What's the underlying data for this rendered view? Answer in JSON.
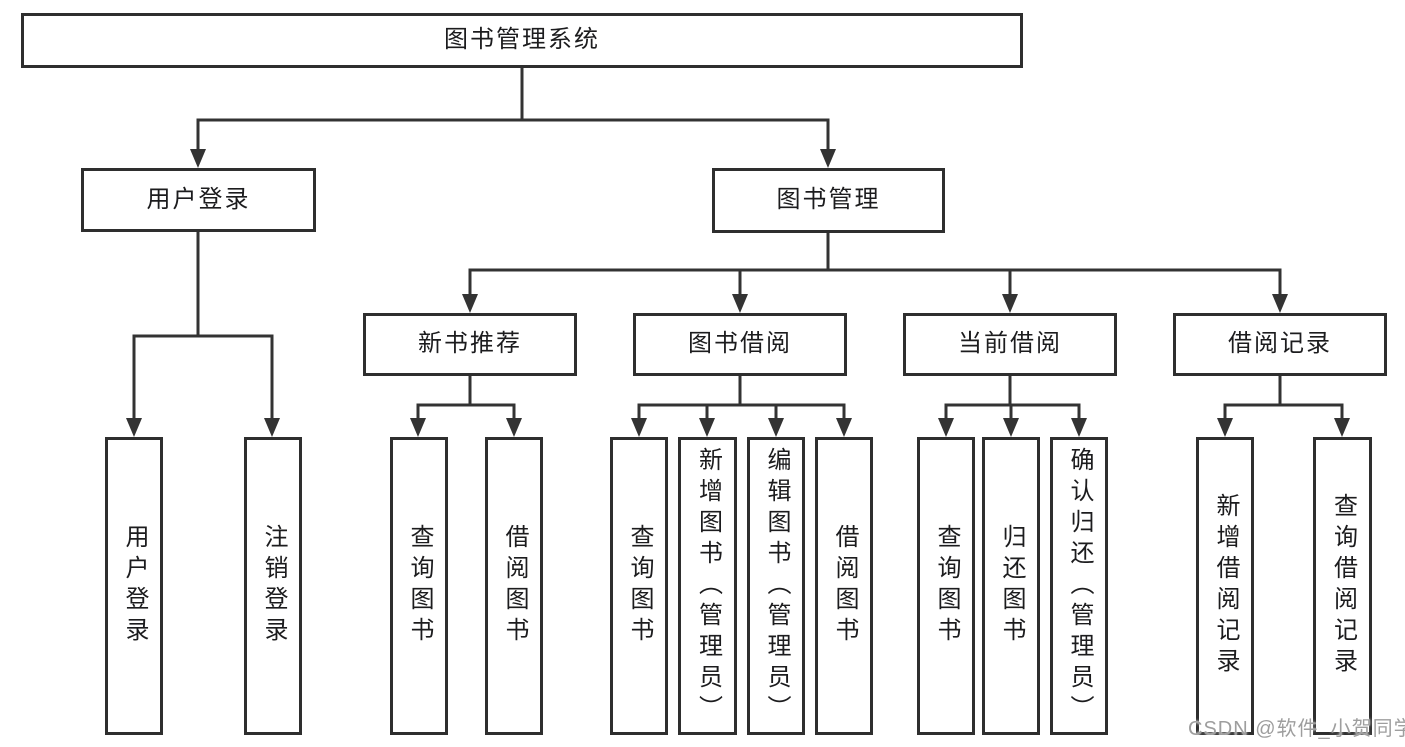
{
  "diagram_type": "hierarchy-tree",
  "nodes": {
    "root": {
      "label": "图书管理系统"
    },
    "user_login": {
      "label": "用户登录"
    },
    "book_mgmt": {
      "label": "图书管理"
    },
    "new_book_rec": {
      "label": "新书推荐"
    },
    "book_borrow": {
      "label": "图书借阅"
    },
    "current_borrow": {
      "label": "当前借阅"
    },
    "borrow_record": {
      "label": "借阅记录"
    },
    "leaf_user_login": {
      "label": "用户登录"
    },
    "leaf_logout": {
      "label": "注销登录"
    },
    "leaf_query_book_1": {
      "label": "查询图书"
    },
    "leaf_borrow_book_1": {
      "label": "借阅图书"
    },
    "leaf_query_book_2": {
      "label": "查询图书"
    },
    "leaf_add_book": {
      "label": "新增图书（管理员）"
    },
    "leaf_edit_book": {
      "label": "编辑图书（管理员）"
    },
    "leaf_borrow_book_2": {
      "label": "借阅图书"
    },
    "leaf_query_book_3": {
      "label": "查询图书"
    },
    "leaf_return_book": {
      "label": "归还图书"
    },
    "leaf_confirm_return": {
      "label": "确认归还（管理员）"
    },
    "leaf_add_record": {
      "label": "新增借阅记录"
    },
    "leaf_query_record": {
      "label": "查询借阅记录"
    }
  },
  "tree": {
    "label": "图书管理系统",
    "children": [
      {
        "label": "用户登录",
        "children": [
          {
            "label": "用户登录"
          },
          {
            "label": "注销登录"
          }
        ]
      },
      {
        "label": "图书管理",
        "children": [
          {
            "label": "新书推荐",
            "children": [
              {
                "label": "查询图书"
              },
              {
                "label": "借阅图书"
              }
            ]
          },
          {
            "label": "图书借阅",
            "children": [
              {
                "label": "查询图书"
              },
              {
                "label": "新增图书（管理员）"
              },
              {
                "label": "编辑图书（管理员）"
              },
              {
                "label": "借阅图书"
              }
            ]
          },
          {
            "label": "当前借阅",
            "children": [
              {
                "label": "查询图书"
              },
              {
                "label": "归还图书"
              },
              {
                "label": "确认归还（管理员）"
              }
            ]
          },
          {
            "label": "借阅记录",
            "children": [
              {
                "label": "新增借阅记录"
              },
              {
                "label": "查询借阅记录"
              }
            ]
          }
        ]
      }
    ]
  },
  "watermark": {
    "text": "CSDN @软件_小贺同学"
  },
  "colors": {
    "line": "#333333",
    "box_border": "#2e2e2e",
    "text": "#1c1c1e",
    "watermark": "#9e9e9e",
    "background": "#ffffff"
  }
}
